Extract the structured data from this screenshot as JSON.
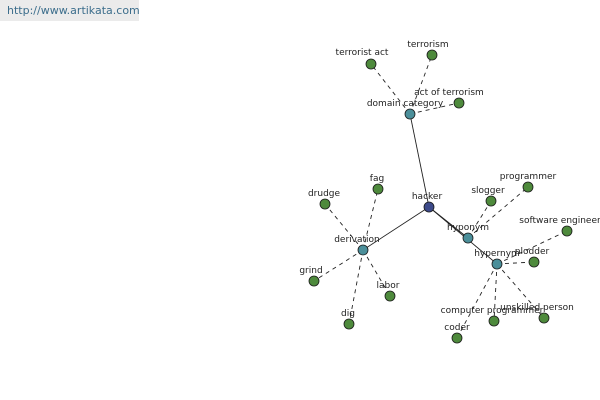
{
  "source_url": "http://www.artikata.com",
  "colors": {
    "center": "#3d4a8a",
    "relation": "#4b8f9a",
    "word": "#4e8a3c",
    "edge": "#222222"
  },
  "graph": {
    "center": "hacker",
    "relations": [
      {
        "label": "domain category",
        "words": [
          "terrorist act",
          "terrorism",
          "act of terrorism"
        ]
      },
      {
        "label": "derivation",
        "words": [
          "drudge",
          "fag",
          "grind",
          "labor",
          "dig"
        ]
      },
      {
        "label": "hyponym",
        "words": [
          "slogger",
          "programmer"
        ]
      },
      {
        "label": "hypernym",
        "words": [
          "software engineer",
          "plodder",
          "unskilled person",
          "computer programmer",
          "coder"
        ]
      }
    ]
  }
}
